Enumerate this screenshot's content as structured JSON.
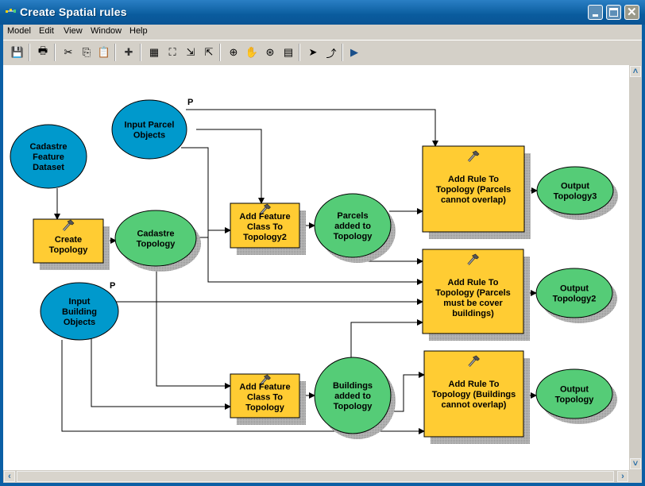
{
  "window": {
    "title": "Create Spatial rules",
    "controls": [
      "minimize",
      "maximize",
      "close"
    ]
  },
  "menubar": {
    "items": [
      {
        "label": "Model"
      },
      {
        "label": "Edit"
      },
      {
        "label": "View"
      },
      {
        "label": "Window"
      },
      {
        "label": "Help"
      }
    ]
  },
  "toolbar": {
    "tools": [
      {
        "name": "save-icon",
        "glyph": "💾"
      },
      {
        "name": "print-icon",
        "glyph": "🖶"
      },
      {
        "name": "cut-icon",
        "glyph": "✂"
      },
      {
        "name": "copy-icon",
        "glyph": "⎘"
      },
      {
        "name": "paste-icon",
        "glyph": "📋"
      },
      {
        "name": "add-data-icon",
        "glyph": "✚"
      },
      {
        "name": "auto-layout-icon",
        "glyph": "▦"
      },
      {
        "name": "full-extent-icon",
        "glyph": "⛶"
      },
      {
        "name": "fixed-zoom-in-icon",
        "glyph": "⇲"
      },
      {
        "name": "fixed-zoom-out-icon",
        "glyph": "⇱"
      },
      {
        "name": "zoom-in-icon",
        "glyph": "⊕"
      },
      {
        "name": "pan-icon",
        "glyph": "✋"
      },
      {
        "name": "zoom-whole-icon",
        "glyph": "⊛"
      },
      {
        "name": "overview-icon",
        "glyph": "▤"
      },
      {
        "name": "select-icon",
        "glyph": "➤"
      },
      {
        "name": "connect-icon",
        "glyph": "⤴"
      },
      {
        "name": "run-icon",
        "glyph": "▶"
      }
    ]
  },
  "colors": {
    "input": "#0099cc",
    "tool": "#ffcc33",
    "derived": "#55cc77",
    "shadow": "#a8a8a8"
  },
  "diagram": {
    "nodes": [
      {
        "id": "cadastre-dataset",
        "type": "input",
        "lines": [
          "Cadastre",
          "Feature",
          "Dataset"
        ]
      },
      {
        "id": "input-parcel",
        "type": "input",
        "lines": [
          "Input Parcel",
          "Objects"
        ],
        "param": "P"
      },
      {
        "id": "input-building",
        "type": "input",
        "lines": [
          "Input",
          "Building",
          "Objects"
        ],
        "param": "P"
      },
      {
        "id": "create-topology",
        "type": "tool",
        "lines": [
          "Create",
          "Topology"
        ]
      },
      {
        "id": "cadastre-topology",
        "type": "derived",
        "lines": [
          "Cadastre",
          "Topology"
        ]
      },
      {
        "id": "add-fc-2",
        "type": "tool",
        "lines": [
          "Add Feature",
          "Class To",
          "Topology2"
        ]
      },
      {
        "id": "parcels-added",
        "type": "derived",
        "lines": [
          "Parcels",
          "added to",
          "Topology"
        ]
      },
      {
        "id": "add-fc",
        "type": "tool",
        "lines": [
          "Add Feature",
          "Class To",
          "Topology"
        ]
      },
      {
        "id": "buildings-added",
        "type": "derived",
        "lines": [
          "Buildings",
          "added to",
          "Topology"
        ]
      },
      {
        "id": "rule-parcels-overlap",
        "type": "tool",
        "lines": [
          "Add Rule To",
          "Topology (Parcels",
          "cannot overlap)"
        ]
      },
      {
        "id": "rule-parcels-cover",
        "type": "tool",
        "lines": [
          "Add Rule To",
          "Topology (Parcels",
          "must be cover",
          "buildings)"
        ]
      },
      {
        "id": "rule-buildings-overlap",
        "type": "tool",
        "lines": [
          "Add Rule To",
          "Topology (Buildings",
          "cannot overlap)"
        ]
      },
      {
        "id": "output-topology3",
        "type": "derived",
        "lines": [
          "Output",
          "Topology3"
        ]
      },
      {
        "id": "output-topology2",
        "type": "derived",
        "lines": [
          "Output",
          "Topology2"
        ]
      },
      {
        "id": "output-topology",
        "type": "derived",
        "lines": [
          "Output",
          "Topology"
        ]
      }
    ],
    "edges": [
      {
        "from": "cadastre-dataset",
        "to": "create-topology"
      },
      {
        "from": "create-topology",
        "to": "cadastre-topology"
      },
      {
        "from": "cadastre-topology",
        "to": "add-fc-2"
      },
      {
        "from": "input-parcel",
        "to": "add-fc-2"
      },
      {
        "from": "input-parcel",
        "to": "rule-parcels-overlap"
      },
      {
        "from": "input-parcel",
        "to": "rule-parcels-cover"
      },
      {
        "from": "add-fc-2",
        "to": "parcels-added"
      },
      {
        "from": "parcels-added",
        "to": "rule-parcels-overlap"
      },
      {
        "from": "parcels-added",
        "to": "rule-parcels-cover"
      },
      {
        "from": "input-building",
        "to": "rule-parcels-cover"
      },
      {
        "from": "buildings-added",
        "to": "rule-parcels-cover"
      },
      {
        "from": "cadastre-topology",
        "to": "add-fc"
      },
      {
        "from": "input-building",
        "to": "add-fc"
      },
      {
        "from": "input-building",
        "to": "rule-buildings-overlap"
      },
      {
        "from": "add-fc",
        "to": "buildings-added"
      },
      {
        "from": "buildings-added",
        "to": "rule-buildings-overlap"
      },
      {
        "from": "rule-parcels-overlap",
        "to": "output-topology3"
      },
      {
        "from": "rule-parcels-cover",
        "to": "output-topology2"
      },
      {
        "from": "rule-buildings-overlap",
        "to": "output-topology"
      }
    ]
  }
}
